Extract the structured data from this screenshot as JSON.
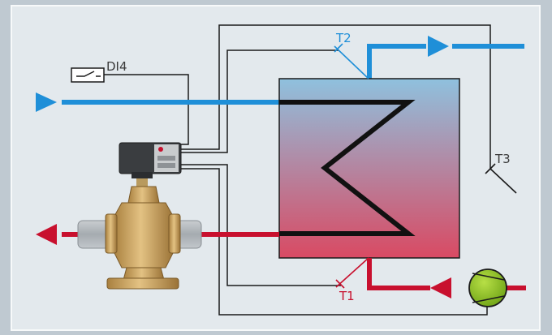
{
  "labels": {
    "di4": "DI4",
    "t1": "T1",
    "t2": "T2",
    "t3": "T3"
  },
  "colors": {
    "frame_background": "#bfc9d1",
    "panel_background": "#e3e9ed",
    "panel_border": "#f7f9fa",
    "flow_line": "#1f8fd8",
    "return_line": "#c8102e",
    "sensor_label_blue": "#1f8fd8",
    "sensor_label_red": "#c8102e",
    "control_wire": "#1b1b1b",
    "coil": "#111111",
    "exchanger_top": "#8fc1de",
    "exchanger_bottom": "#d94a63",
    "pump": "#8ec21f",
    "valve_body": "#c49a55",
    "actuator": "#3a3d40",
    "pipe_grey": "#b3b8bc"
  },
  "icons": [
    "switch-icon",
    "pump-icon",
    "valve-icon",
    "actuator-icon",
    "heat-exchanger-icon",
    "flow-arrow-icon"
  ]
}
